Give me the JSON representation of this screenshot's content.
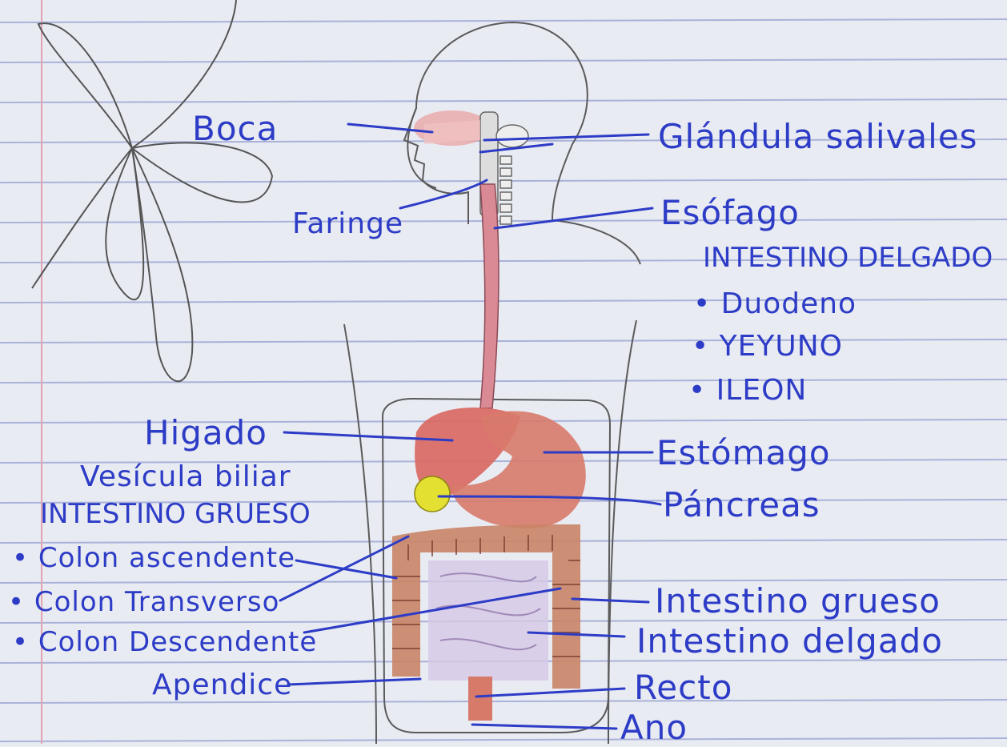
{
  "diagram": {
    "labels": {
      "boca": "Boca",
      "glandula": "Glándula salivales",
      "faringe": "Faringe",
      "esofago": "Esófago",
      "intestino_delgado_title": "INTESTINO DELGADO",
      "duodeno": "• Duodeno",
      "yeyuno": "• YEYUNO",
      "ileon": "• ILEON",
      "higado": "Higado",
      "estomago": "Estómago",
      "vesicula": "Vesícula biliar",
      "pancreas": "Páncreas",
      "intestino_grueso_title": "INTESTINO GRUESO",
      "colon_ascendente": "• Colon ascendente",
      "colon_transverso": "• Colon Transverso",
      "colon_descendente": "• Colon Descendente",
      "intestino_grueso": "Intestino grueso",
      "intestino_delgado": "Intestino delgado",
      "apendice": "Apendice",
      "recto": "Recto",
      "ano": "Ano"
    },
    "colors": {
      "ink": "#2d3cc6",
      "pencil": "#555555",
      "organ_red": "#d9675f",
      "colon": "#c98466",
      "pancreas": "#e3e032",
      "paper": "#e9ebf3",
      "rule_line": "#a9b2d8",
      "margin_line": "#e2a3b0"
    }
  }
}
